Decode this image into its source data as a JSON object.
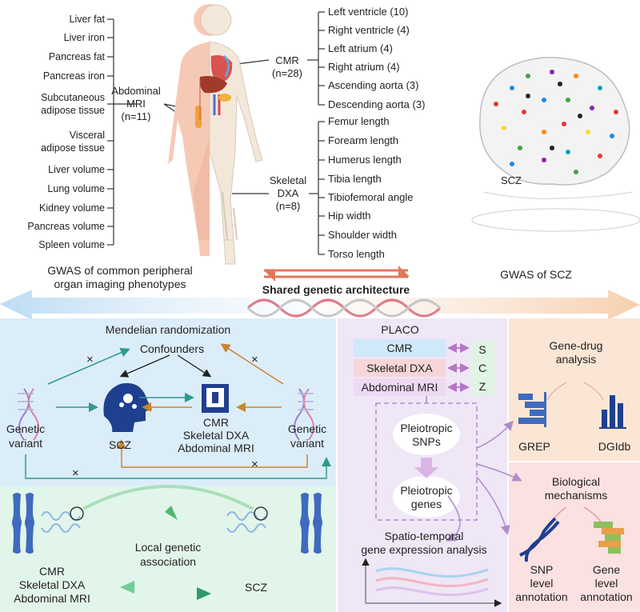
{
  "colors": {
    "mr_bg": "#dcedfa",
    "local_bg": "#e2f5ea",
    "placo_bg": "#efe6f6",
    "drug_bg": "#fbe6d6",
    "bio_bg": "#fbe1e2",
    "cmr_box": "#cfe8fa",
    "dxa_box": "#f8d5d8",
    "mri_box": "#eed9f2",
    "scz_box": "#e0f4e4",
    "teal": "#2e9a8c",
    "orange": "#c9852e",
    "navy": "#1f3f8f",
    "purple": "#a87ac0"
  },
  "left_list": {
    "items": [
      "Liver fat",
      "Liver iron",
      "Pancreas fat",
      "Pancreas iron",
      "Subcutaneous",
      "adipose tissue",
      "Visceral",
      "adipose tissue",
      "Liver volume",
      "Lung volume",
      "Kidney volume",
      "Pancreas volume",
      "Spleen volume"
    ]
  },
  "abdominal": {
    "line1": "Abdominal",
    "line2": "MRI",
    "line3": "(n=11)"
  },
  "cmr": {
    "line1": "CMR",
    "line2": "(n=28)"
  },
  "cmr_list": [
    "Left ventricle (10)",
    "Right ventricle (4)",
    "Left atrium (4)",
    "Right atrium (4)",
    "Ascending aorta (3)",
    "Descending aorta (3)"
  ],
  "dxa": {
    "line1": "Skeletal",
    "line2": "DXA",
    "line3": "(n=8)"
  },
  "dxa_list": [
    "Femur length",
    "Forearm length",
    "Humerus length",
    "Tibia length",
    "Tibiofemoral angle",
    "Hip width",
    "Shoulder width",
    "Torso length"
  ],
  "brain_label": "SCZ",
  "banner": {
    "left_line1": "GWAS of common peripheral",
    "left_line2": "organ imaging phenotypes",
    "right": "GWAS of SCZ",
    "center": "Shared genetic architecture"
  },
  "mr": {
    "title": "Mendelian randomization",
    "confounders": "Confounders",
    "scz": "SCZ",
    "outcomes": [
      "CMR",
      "Skeletal DXA",
      "Abdominal MRI"
    ],
    "genetic_left": [
      "Genetic",
      "variant"
    ],
    "genetic_right": [
      "Genetic",
      "variant"
    ],
    "cross": "×"
  },
  "local": {
    "title_line1": "Local genetic",
    "title_line2": "association",
    "left": [
      "CMR",
      "Skeletal DXA",
      "Abdominal MRI"
    ],
    "right": "SCZ"
  },
  "placo": {
    "title": "PLACO",
    "boxes": [
      "CMR",
      "Skeletal DXA",
      "Abdominal MRI"
    ],
    "scz_letters": [
      "S",
      "C",
      "Z"
    ],
    "snps": [
      "Pleiotropic",
      "SNPs"
    ],
    "genes": [
      "Pleiotropic",
      "genes"
    ],
    "expr_line1": "Spatio-temporal",
    "expr_line2": "gene expression analysis"
  },
  "drug": {
    "title_line1": "Gene-drug",
    "title_line2": "analysis",
    "left": "GREP",
    "right": "DGIdb"
  },
  "bio": {
    "title_line1": "Biological",
    "title_line2": "mechanisms",
    "left": [
      "SNP",
      "level",
      "annotation"
    ],
    "right": [
      "Gene",
      "level",
      "annotation"
    ]
  }
}
